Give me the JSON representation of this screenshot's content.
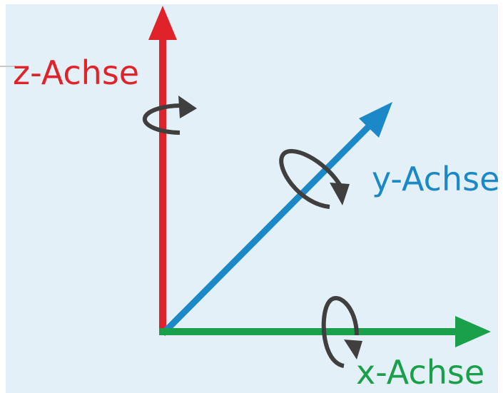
{
  "colors": {
    "background": "#e4f0f7",
    "x_axis": "#1aa04a",
    "y_axis": "#1b88c7",
    "z_axis": "#e0232a",
    "rotation_arrows": "#3f3f3f"
  },
  "axes": {
    "z": {
      "label": "z-Achse",
      "rotation_icon": "rotation-arrow-icon"
    },
    "y": {
      "label": "y-Achse",
      "rotation_icon": "rotation-arrow-icon"
    },
    "x": {
      "label": "x-Achse",
      "rotation_icon": "rotation-arrow-icon"
    }
  }
}
